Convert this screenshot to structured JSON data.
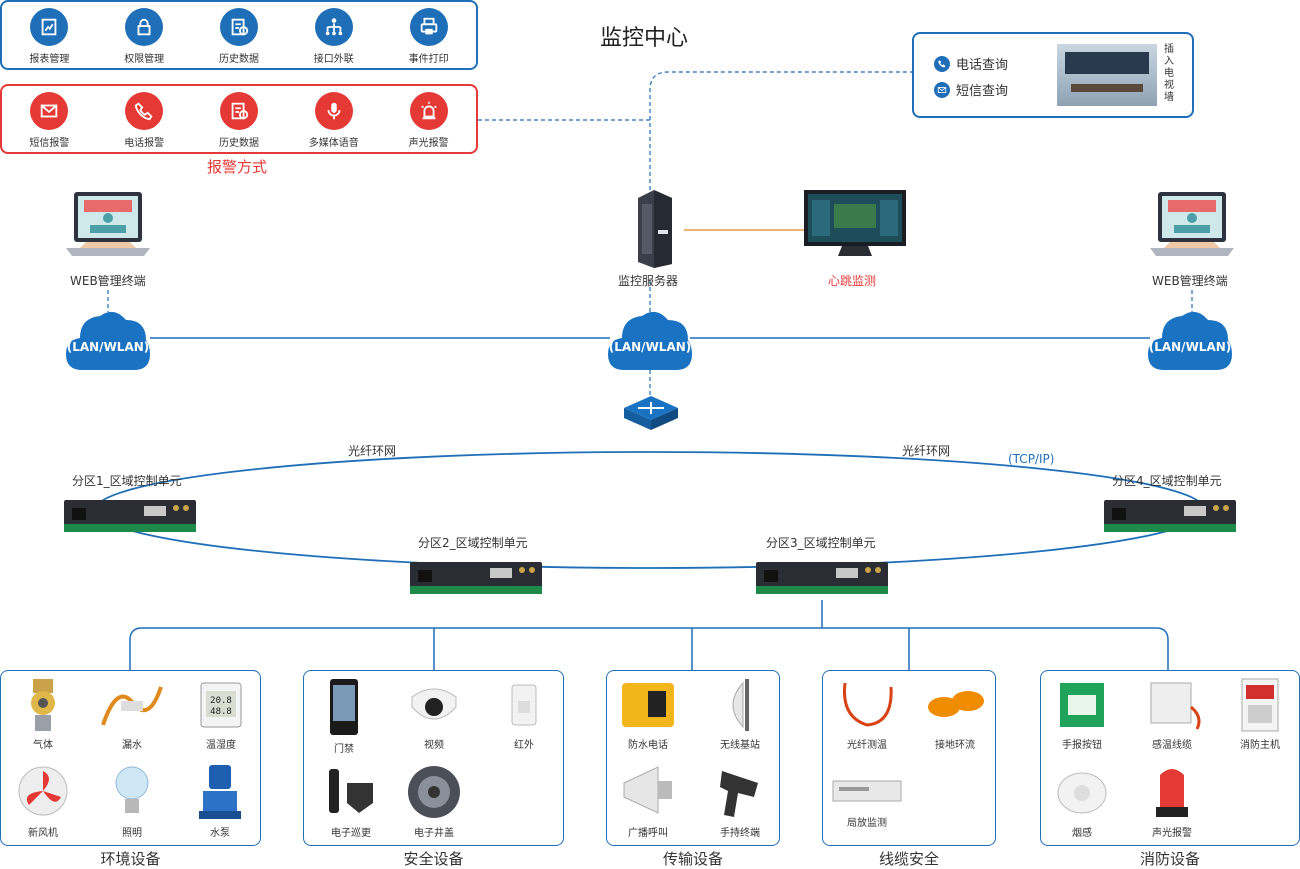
{
  "title": "监控中心",
  "top_functions": [
    {
      "label": "报表管理",
      "icon": "report-icon"
    },
    {
      "label": "权限管理",
      "icon": "lock-icon"
    },
    {
      "label": "历史数据",
      "icon": "history-icon"
    },
    {
      "label": "接口外联",
      "icon": "network-icon"
    },
    {
      "label": "事件打印",
      "icon": "printer-icon"
    }
  ],
  "alarm_methods": {
    "title": "报警方式",
    "items": [
      {
        "label": "短信报警",
        "icon": "mail-icon"
      },
      {
        "label": "电话报警",
        "icon": "phone-icon"
      },
      {
        "label": "历史数据",
        "icon": "history-icon"
      },
      {
        "label": "多媒体语音",
        "icon": "microphone-icon"
      },
      {
        "label": "声光报警",
        "icon": "alarm-light-icon"
      }
    ]
  },
  "query_box": {
    "phone": "电话查询",
    "sms": "短信查询",
    "tv_wall": "插入电视墙"
  },
  "server_label": "监控服务器",
  "heartbeat_label": "心跳监测",
  "web_left": "WEB管理终端",
  "web_right": "WEB管理终端",
  "network_label": "(LAN/WLAN)",
  "fiber_left": "光纤环网",
  "fiber_right": "光纤环网",
  "tcpip": "(TCP/IP)",
  "zones": [
    "分区1_区域控制单元",
    "分区2_区域控制单元",
    "分区3_区域控制单元",
    "分区4_区域控制单元"
  ],
  "categories": [
    {
      "name": "环境设备",
      "devices": [
        "气体",
        "漏水",
        "温湿度",
        "新风机",
        "照明",
        "水泵"
      ]
    },
    {
      "name": "安全设备",
      "devices": [
        "门禁",
        "视频",
        "红外",
        "电子巡更",
        "电子井盖"
      ]
    },
    {
      "name": "传输设备",
      "devices": [
        "防水电话",
        "无线基站",
        "广播呼叫",
        "手持终端"
      ]
    },
    {
      "name": "线缆安全",
      "devices": [
        "光纤测温",
        "接地环流",
        "局放监测"
      ]
    },
    {
      "name": "消防设备",
      "devices": [
        "手报按钮",
        "感温线缆",
        "消防主机",
        "烟感",
        "声光报警"
      ]
    }
  ],
  "lcd_readout": {
    "line1": "20.8",
    "line2": "48.8"
  },
  "colors": {
    "blue": "#1f6fb8",
    "red": "#e53935",
    "cloud": "#1a73c2"
  }
}
